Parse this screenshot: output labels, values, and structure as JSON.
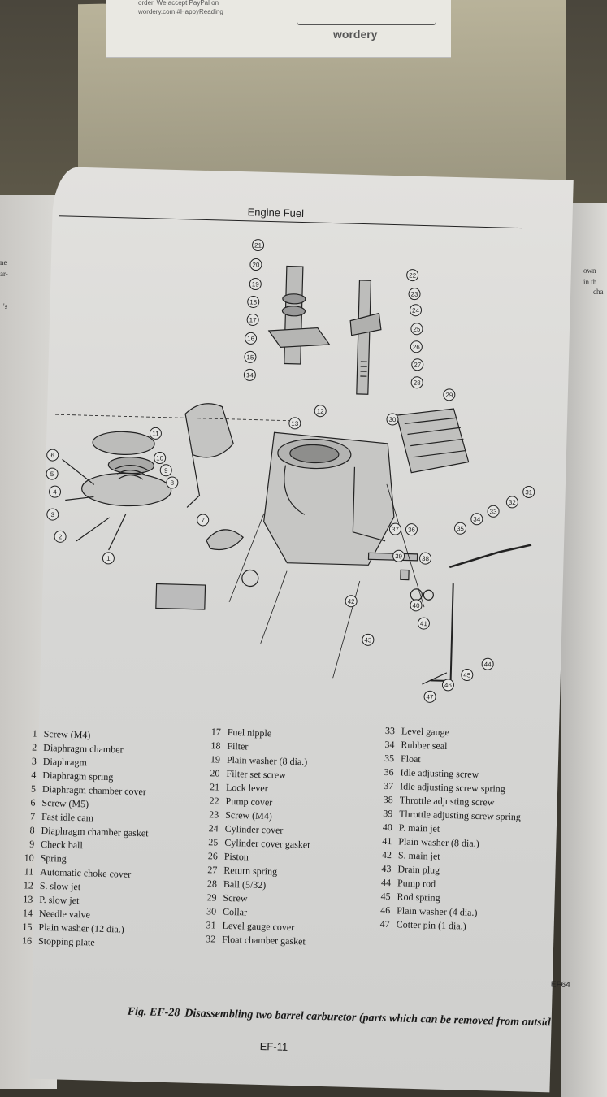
{
  "slip": {
    "line1": "order. We accept PayPal on",
    "line2": "wordery.com #HappyReading",
    "brand": "wordery"
  },
  "left_page": {
    "fragments": [
      "ne",
      "ar-",
      "'s"
    ]
  },
  "right_page": {
    "fragments": [
      "own",
      "in th",
      "cha"
    ]
  },
  "header": {
    "title": "Engine Fuel"
  },
  "callouts": [
    "1",
    "2",
    "3",
    "4",
    "5",
    "6",
    "7",
    "8",
    "9",
    "10",
    "11",
    "12",
    "13",
    "14",
    "15",
    "16",
    "17",
    "18",
    "19",
    "20",
    "21",
    "22",
    "23",
    "24",
    "25",
    "26",
    "27",
    "28",
    "29",
    "30",
    "31",
    "32",
    "33",
    "34",
    "35",
    "36",
    "37",
    "38",
    "39",
    "40",
    "41",
    "42",
    "43",
    "44",
    "45",
    "46",
    "47"
  ],
  "parts_col1": [
    {
      "num": "1",
      "name": "Screw (M4)"
    },
    {
      "num": "2",
      "name": "Diaphragm chamber"
    },
    {
      "num": "3",
      "name": "Diaphragm"
    },
    {
      "num": "4",
      "name": "Diaphragm spring"
    },
    {
      "num": "5",
      "name": "Diaphragm chamber cover"
    },
    {
      "num": "6",
      "name": "Screw (M5)"
    },
    {
      "num": "7",
      "name": "Fast idle cam"
    },
    {
      "num": "8",
      "name": "Diaphragm chamber gasket"
    },
    {
      "num": "9",
      "name": "Check ball"
    },
    {
      "num": "10",
      "name": "Spring"
    },
    {
      "num": "11",
      "name": "Automatic choke cover"
    },
    {
      "num": "12",
      "name": "S. slow jet"
    },
    {
      "num": "13",
      "name": "P. slow jet"
    },
    {
      "num": "14",
      "name": "Needle valve"
    },
    {
      "num": "15",
      "name": "Plain washer (12 dia.)"
    },
    {
      "num": "16",
      "name": "Stopping plate"
    }
  ],
  "parts_col2": [
    {
      "num": "17",
      "name": "Fuel nipple"
    },
    {
      "num": "18",
      "name": "Filter"
    },
    {
      "num": "19",
      "name": "Plain washer (8 dia.)"
    },
    {
      "num": "20",
      "name": "Filter set screw"
    },
    {
      "num": "21",
      "name": "Lock lever"
    },
    {
      "num": "22",
      "name": "Pump cover"
    },
    {
      "num": "23",
      "name": "Screw (M4)"
    },
    {
      "num": "24",
      "name": "Cylinder cover"
    },
    {
      "num": "25",
      "name": "Cylinder cover gasket"
    },
    {
      "num": "26",
      "name": "Piston"
    },
    {
      "num": "27",
      "name": "Return spring"
    },
    {
      "num": "28",
      "name": "Ball (5/32)"
    },
    {
      "num": "29",
      "name": "Screw"
    },
    {
      "num": "30",
      "name": "Collar"
    },
    {
      "num": "31",
      "name": "Level gauge cover"
    },
    {
      "num": "32",
      "name": "Float chamber gasket"
    }
  ],
  "parts_col3": [
    {
      "num": "33",
      "name": "Level gauge"
    },
    {
      "num": "34",
      "name": "Rubber seal"
    },
    {
      "num": "35",
      "name": "Float"
    },
    {
      "num": "36",
      "name": "Idle adjusting screw"
    },
    {
      "num": "37",
      "name": "Idle adjusting screw spring"
    },
    {
      "num": "38",
      "name": "Throttle adjusting screw"
    },
    {
      "num": "39",
      "name": "Throttle adjusting screw spring"
    },
    {
      "num": "40",
      "name": "P. main jet"
    },
    {
      "num": "41",
      "name": "Plain washer (8 dia.)"
    },
    {
      "num": "42",
      "name": "S. main jet"
    },
    {
      "num": "43",
      "name": "Drain plug"
    },
    {
      "num": "44",
      "name": "Pump rod"
    },
    {
      "num": "45",
      "name": "Rod spring"
    },
    {
      "num": "46",
      "name": "Plain washer (4 dia.)"
    },
    {
      "num": "47",
      "name": "Cotter pin (1 dia.)"
    }
  ],
  "figure_code": "EF64",
  "caption": {
    "fig": "Fig. EF-28",
    "text": "Disassembling two barrel carburetor (parts which can be removed from outsid"
  },
  "page_number": "EF-11"
}
